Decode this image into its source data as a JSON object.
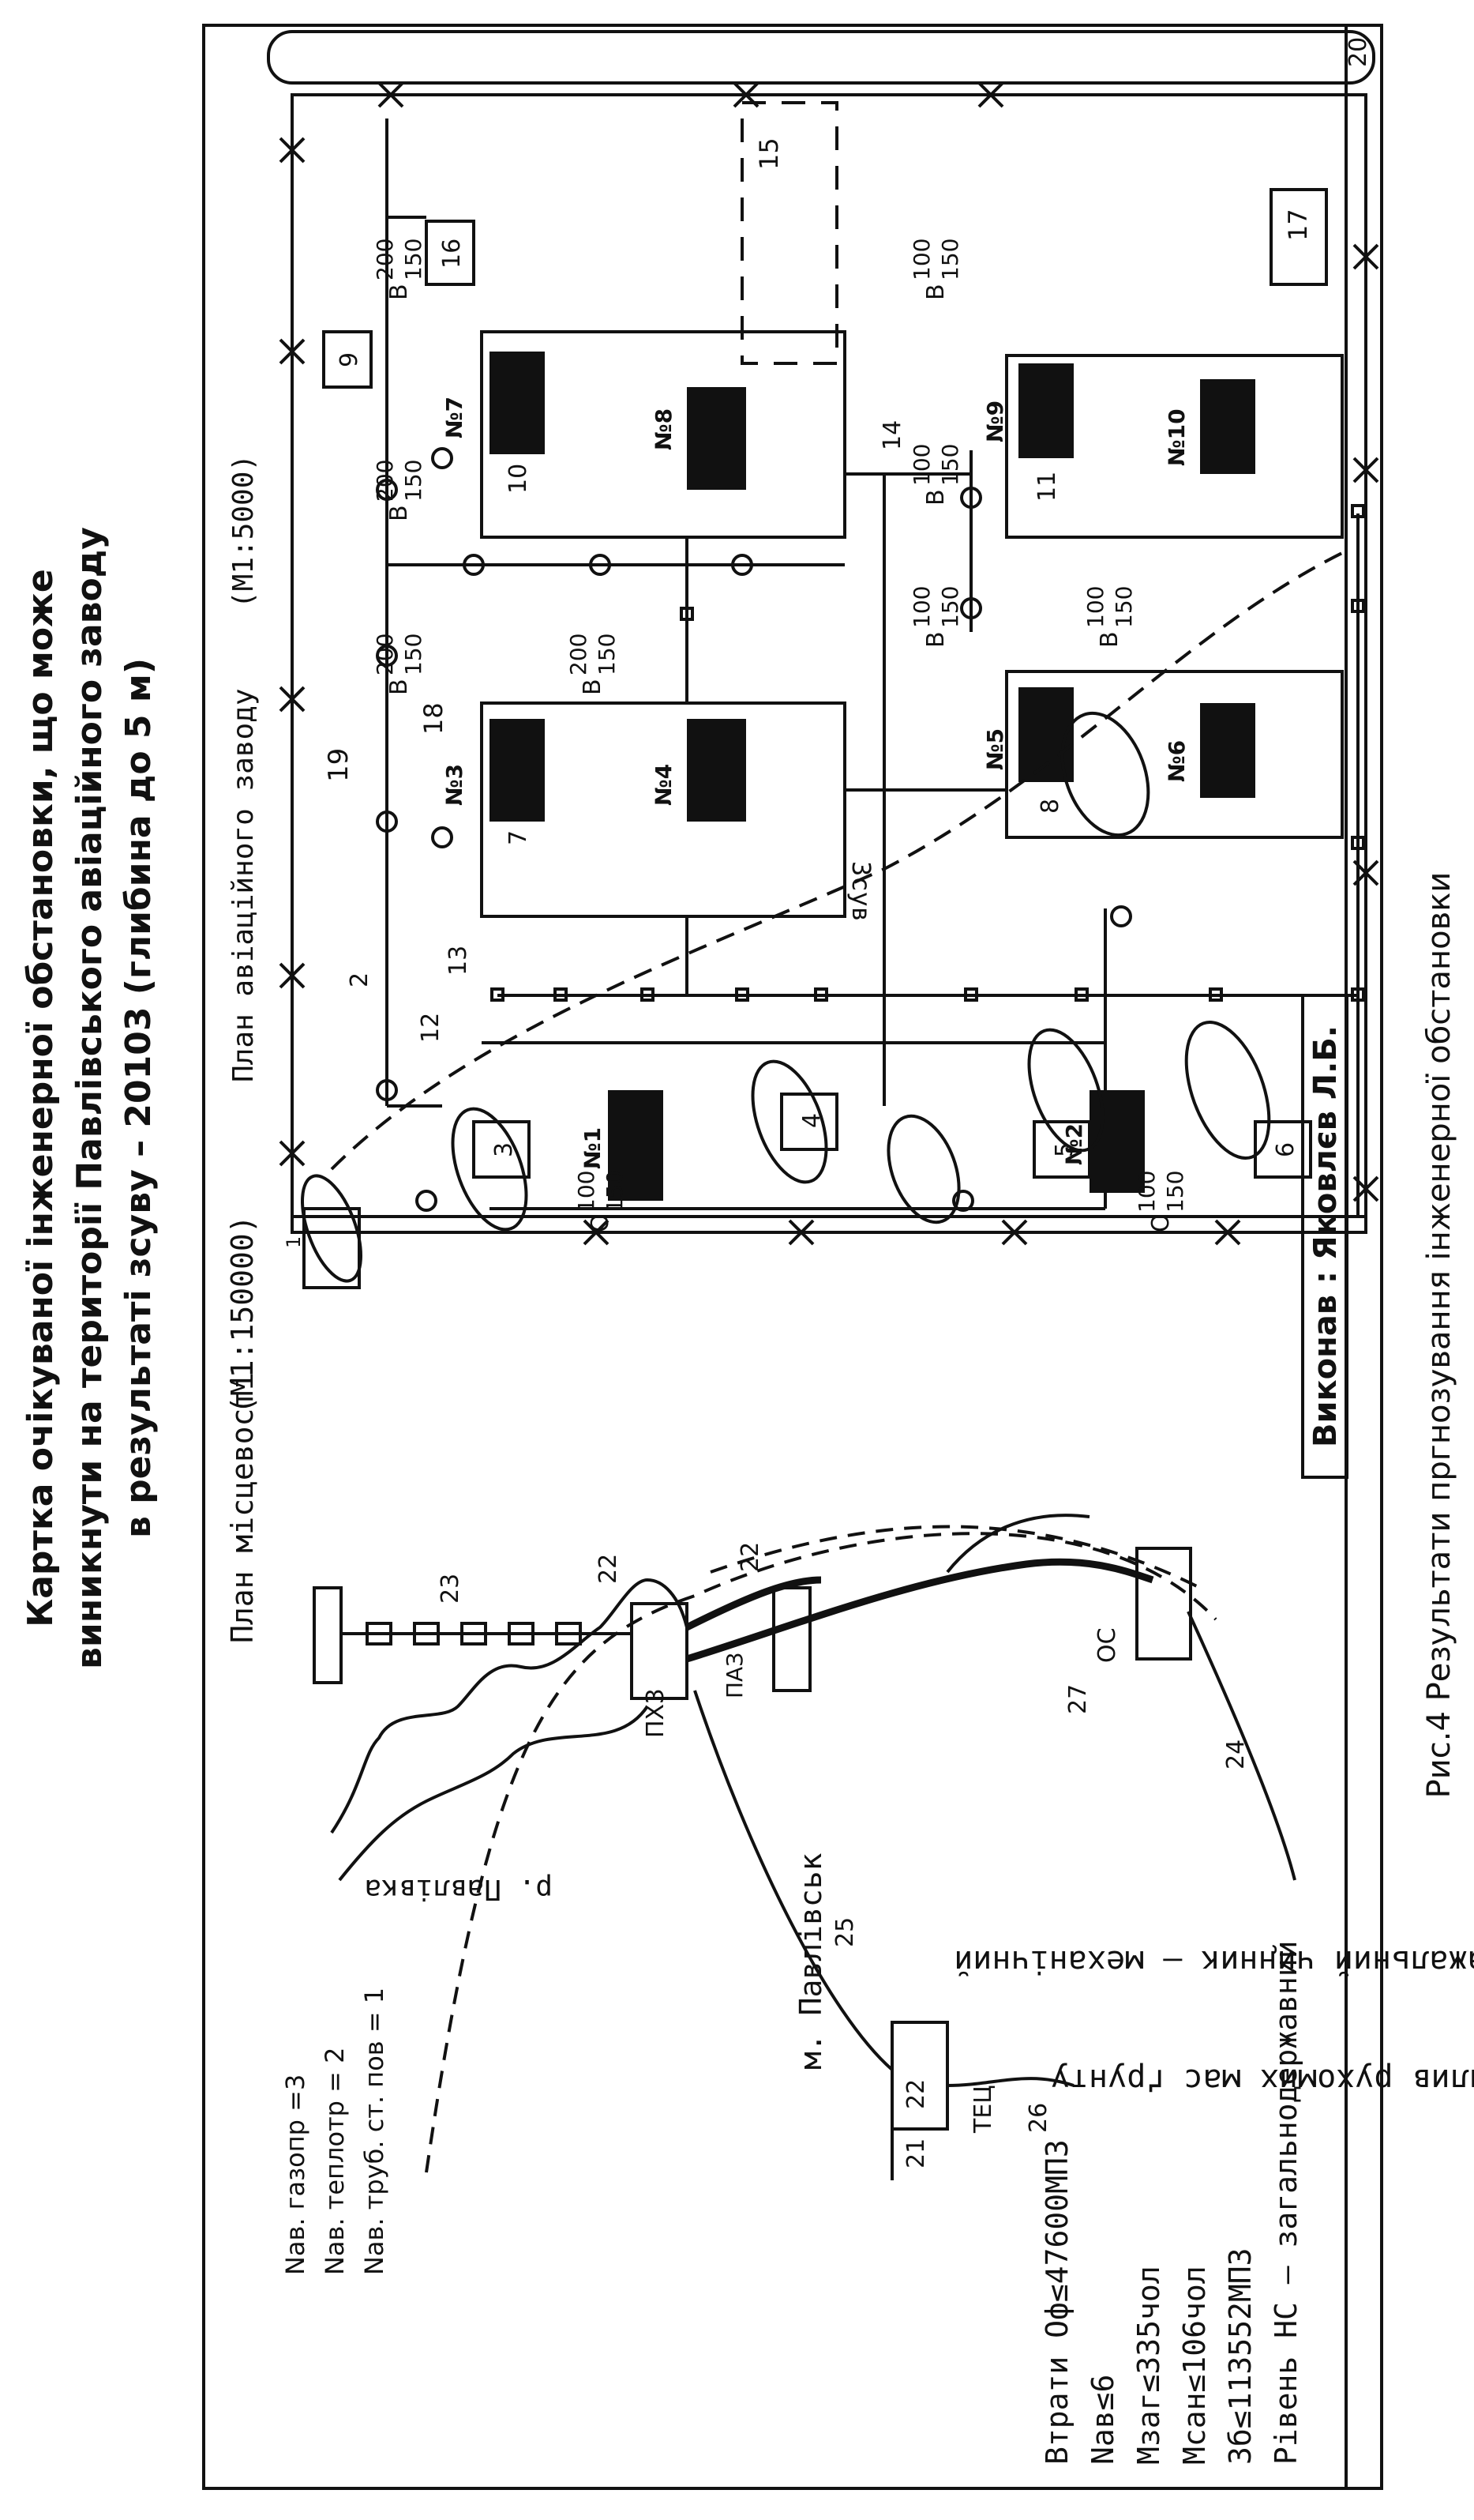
{
  "title": {
    "line1": "Картка очікуваної інженерної обстановки, що може",
    "line2": "виникнути на території Павлівського авіаційного заводу",
    "line3": "в результаті зсуву – 20103 (глибина до 5 м)"
  },
  "caption": "Рис.4 Результати пргнозування інженерної обстановки",
  "author": "Виконав : Яковлєв Л.Б.",
  "primary_factor_1": "Первинний уражальний чинник – механічний",
  "primary_factor_2": "вплив рухомих мас ґрунту",
  "losses": {
    "title": "Втрати Оф≤47600МПЗ",
    "nav": "Nав≤6",
    "mzag": "Мзаг≤335чол",
    "msan": "Мсан≤106чол",
    "zb": "Зб≤113552МПЗ",
    "level": "Рівень НС – загальнодержавний"
  },
  "area_plan": {
    "heading": "План місцевості",
    "scale": "(М1:150000)",
    "nav_gas": "Nав. газопр =3",
    "nav_heat": "Nав. теплотр = 2",
    "nav_pipe": "Nав. труб. ст. пов = 1",
    "river": "р. Павлівка",
    "town": "м. Павлівськ",
    "labels": {
      "tec": "ТЕЦ",
      "phz": "ПХЗ",
      "paz": "ПАЗ",
      "os": "ОС",
      "n21": "21",
      "n22a": "22",
      "n22b": "22",
      "n22c": "22",
      "n23": "23",
      "n24": "24",
      "n25": "25",
      "n26": "26",
      "n27": "27"
    }
  },
  "plant_plan": {
    "heading": "План авіаційного заводу",
    "scale": "(М1:5000)",
    "landslide": "Зсув",
    "buildings": [
      {
        "id": "b1",
        "label": "№1"
      },
      {
        "id": "b2",
        "label": "№2"
      },
      {
        "id": "b3",
        "label": "№3"
      },
      {
        "id": "b4",
        "label": "№4"
      },
      {
        "id": "b5",
        "label": "№5"
      },
      {
        "id": "b6",
        "label": "№6"
      },
      {
        "id": "b7",
        "label": "№7"
      },
      {
        "id": "b8",
        "label": "№8"
      },
      {
        "id": "b9",
        "label": "№9"
      },
      {
        "id": "b10",
        "label": "№10"
      }
    ],
    "damage": [
      {
        "prefix": "В",
        "num": "200",
        "den": "150"
      },
      {
        "prefix": "В",
        "num": "200",
        "den": "150"
      },
      {
        "prefix": "В",
        "num": "200",
        "den": "150"
      },
      {
        "prefix": "В",
        "num": "200",
        "den": "150"
      },
      {
        "prefix": "В",
        "num": "100",
        "den": "150"
      },
      {
        "prefix": "В",
        "num": "100",
        "den": "150"
      },
      {
        "prefix": "В",
        "num": "100",
        "den": "150"
      },
      {
        "prefix": "В",
        "num": "100",
        "den": "150"
      },
      {
        "prefix": "О",
        "num": "100",
        "den": "150"
      },
      {
        "prefix": "О",
        "num": "100",
        "den": "150"
      }
    ],
    "numbers": {
      "n1": "1",
      "n2": "2",
      "n3": "3",
      "n4": "4",
      "n5": "5",
      "n6": "6",
      "n7": "7",
      "n8": "8",
      "n9": "9",
      "n10": "10",
      "n11": "11",
      "n12": "12",
      "n13": "13",
      "n14": "14",
      "n15": "15",
      "n16": "16",
      "n17": "17",
      "n18": "18",
      "n19": "19",
      "n20": "20"
    }
  }
}
